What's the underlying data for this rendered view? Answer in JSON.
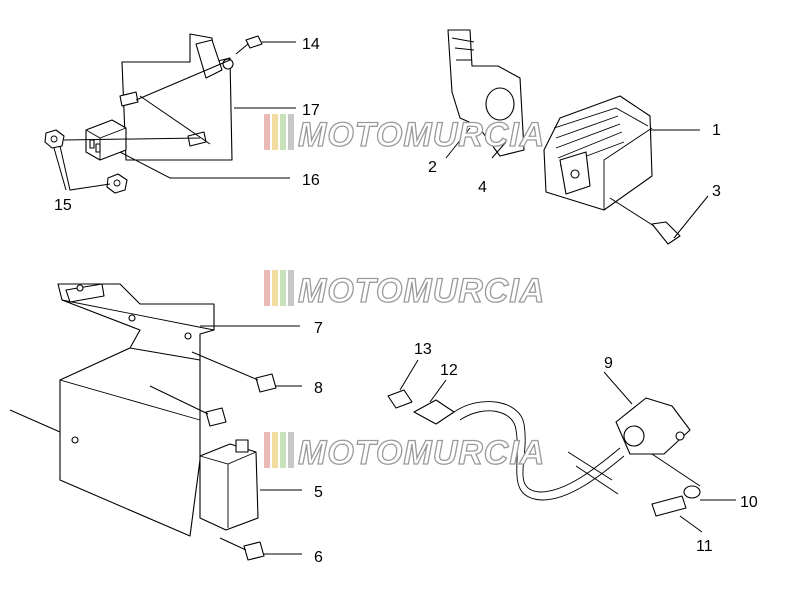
{
  "watermark": {
    "text": "MOTOMURCIA",
    "stripe_colors": [
      "#e9b9b4",
      "#f3dca0",
      "#c7e2b8",
      "#c8c8c8"
    ]
  },
  "callouts": {
    "c1": "1",
    "c2": "2",
    "c3": "3",
    "c4": "4",
    "c5": "5",
    "c6": "6",
    "c7": "7",
    "c8": "8",
    "c9": "9",
    "c10": "10",
    "c11": "11",
    "c12": "12",
    "c13": "13",
    "c14": "14",
    "c15": "15",
    "c16": "16",
    "c17": "17"
  }
}
